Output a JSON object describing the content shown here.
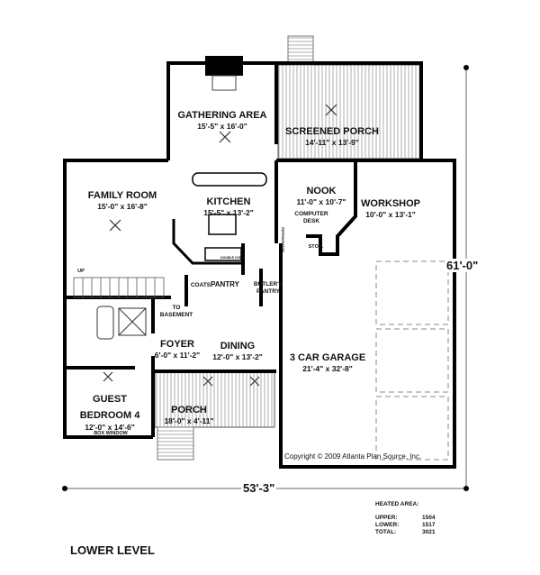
{
  "rooms": {
    "gathering": {
      "name": "GATHERING AREA",
      "dim": "15'-5\" x 16'-0\""
    },
    "screened_porch": {
      "name": "SCREENED PORCH",
      "dim": "14'-11\" x 13'-9\""
    },
    "family": {
      "name": "FAMILY ROOM",
      "dim": "15'-0\" x 16'-8\""
    },
    "kitchen": {
      "name": "KITCHEN",
      "dim": "15'-5\" x 13'-2\""
    },
    "nook": {
      "name": "NOOK",
      "dim": "11'-0\" x 10'-7\""
    },
    "workshop": {
      "name": "WORKSHOP",
      "dim": "10'-0\" x 13'-1\""
    },
    "foyer": {
      "name": "FOYER",
      "dim": "6'-0\" x 11'-2\""
    },
    "dining": {
      "name": "DINING",
      "dim": "12'-0\" x 13'-2\""
    },
    "garage": {
      "name": "3 CAR GARAGE",
      "dim": "21'-4\" x 32'-8\""
    },
    "guest": {
      "name": "GUEST",
      "name2": "BEDROOM 4",
      "dim": "12'-0\" x 14'-6\""
    },
    "porch": {
      "name": "PORCH",
      "dim": "18'-0\" x 4'-11\""
    }
  },
  "small_labels": {
    "computer_desk_1": "COMPUTER",
    "computer_desk_2": "DESK",
    "stor": "STOR.",
    "coats": "COATS",
    "pantry": "PANTRY",
    "butlers_1": "BUTLER'S",
    "butlers_2": "PANTRY",
    "to_basement_1": "TO",
    "to_basement_2": "BASEMENT",
    "double_oven": "DOUBLE OVEN",
    "refrigerator": "REFRIGERATOR",
    "up": "UP",
    "box_window": "BOX WINDOW"
  },
  "dimensions": {
    "width": "53'-3\"",
    "depth": "61'-0\""
  },
  "copyright": "Copyright © 2009 Atlanta Plan Source, Inc.",
  "heated_area": {
    "title": "HEATED AREA:",
    "rows": [
      {
        "label": "UPPER:",
        "value": "1504"
      },
      {
        "label": "LOWER:",
        "value": "1517"
      },
      {
        "label": "TOTAL:",
        "value": "3021"
      }
    ]
  },
  "level_title": "LOWER LEVEL"
}
